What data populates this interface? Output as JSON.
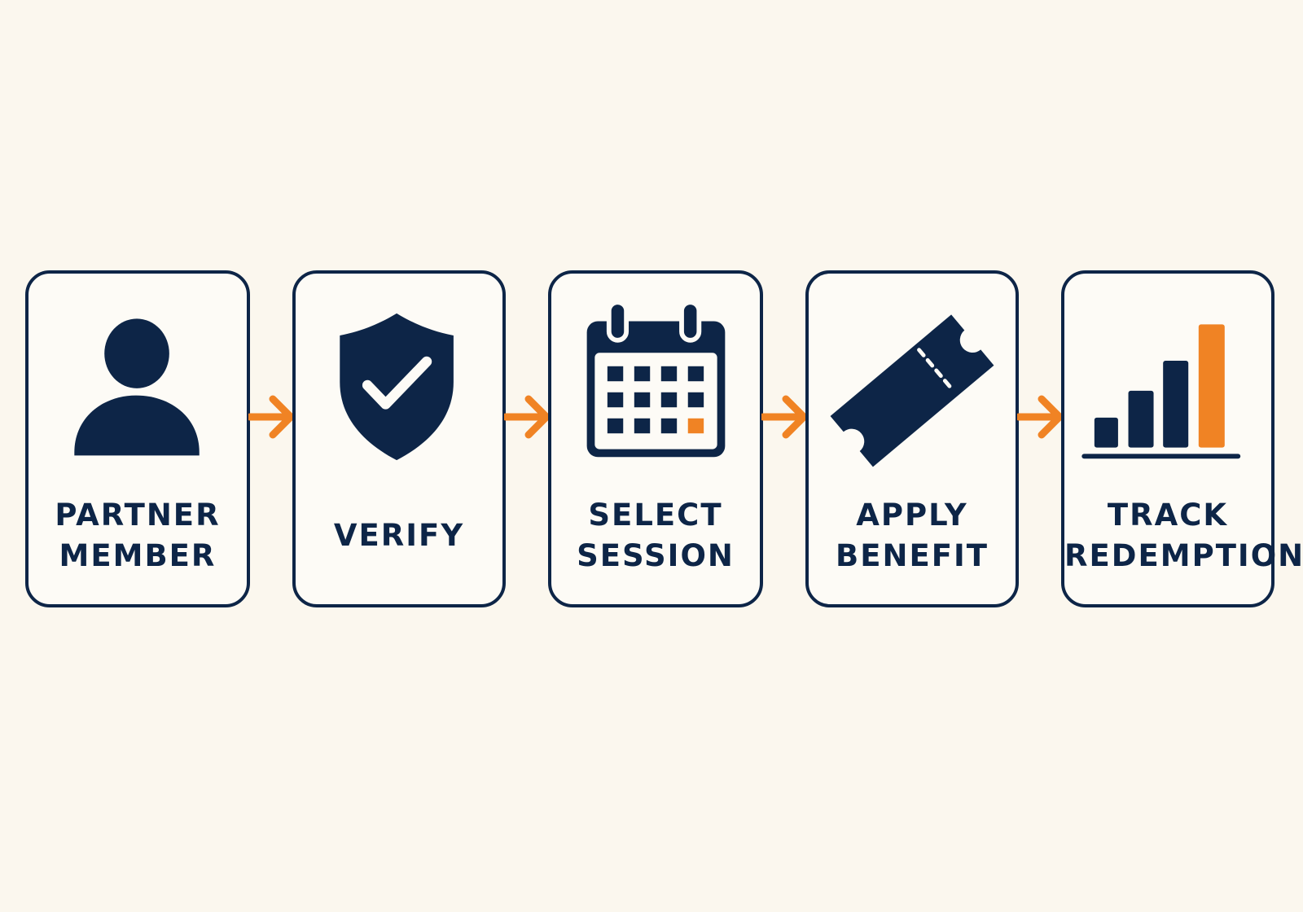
{
  "colors": {
    "navy": "#0D2547",
    "accent": "#F08324",
    "background": "#FBF7EE"
  },
  "steps": [
    {
      "icon": "person-icon",
      "line1": "PARTNER",
      "line2": "MEMBER"
    },
    {
      "icon": "shield-check-icon",
      "line1": "VERIFY"
    },
    {
      "icon": "calendar-icon",
      "line1": "SELECT",
      "line2": "SESSION"
    },
    {
      "icon": "ticket-icon",
      "line1": "APPLY",
      "line2": "BENEFIT"
    },
    {
      "icon": "bar-chart-icon",
      "line1": "TRACK",
      "line2": "REDEMPTION"
    }
  ],
  "connector_icon": "arrow-right-icon"
}
